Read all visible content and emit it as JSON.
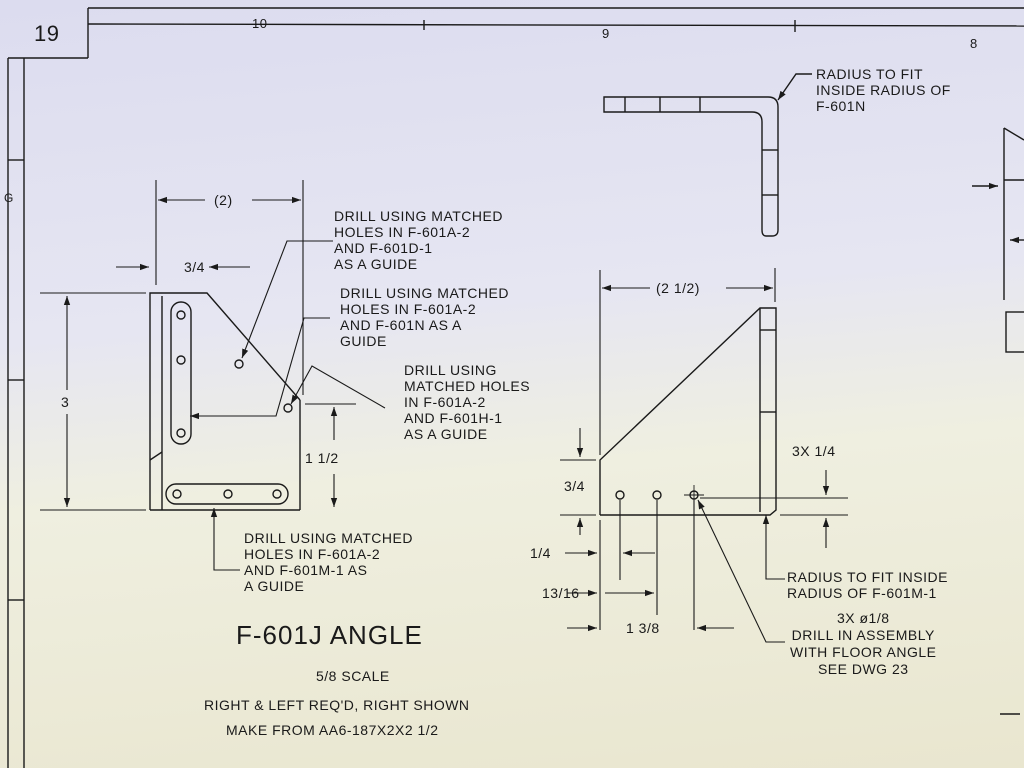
{
  "sheet": {
    "number": "19",
    "zone_g": "G",
    "col_10": "10",
    "col_9": "9",
    "col_8": "8"
  },
  "front_view": {
    "dim_width": "(2)",
    "dim_flange": "3/4",
    "dim_height": "3",
    "dim_hole_height": "1 1/2"
  },
  "notes": {
    "drill_601d": "DRILL USING MATCHED\nHOLES IN F-601A-2\nAND F-601D-1\nAS A GUIDE",
    "drill_601n": "DRILL USING MATCHED\nHOLES IN F-601A-2\nAND F-601N AS A\nGUIDE",
    "drill_601h": "DRILL USING\nMATCHED HOLES\nIN F-601A-2\nAND F-601H-1\nAS A GUIDE",
    "drill_601m": "DRILL USING MATCHED\nHOLES IN F-601A-2\nAND F-601M-1 AS\nA GUIDE",
    "radius_601n": "RADIUS TO FIT\nINSIDE RADIUS OF\nF-601N",
    "radius_601m": "RADIUS TO FIT INSIDE\nRADIUS OF F-601M-1",
    "holes_callout": "3X ø1/8\nDRILL IN ASSEMBLY\nWITH FLOOR ANGLE\nSEE DWG 23"
  },
  "side_view": {
    "dim_width": "(2 1/2)",
    "dim_3x": "3X 1/4",
    "dim_3_4": "3/4",
    "dim_1_4": "1/4",
    "dim_13_16": "13/16",
    "dim_1_3_8": "1 3/8"
  },
  "title_block": {
    "title": "F-601J ANGLE",
    "scale": "5/8 SCALE",
    "req": "RIGHT & LEFT REQ'D, RIGHT SHOWN",
    "material": "MAKE FROM AA6-187X2X2 1/2"
  }
}
